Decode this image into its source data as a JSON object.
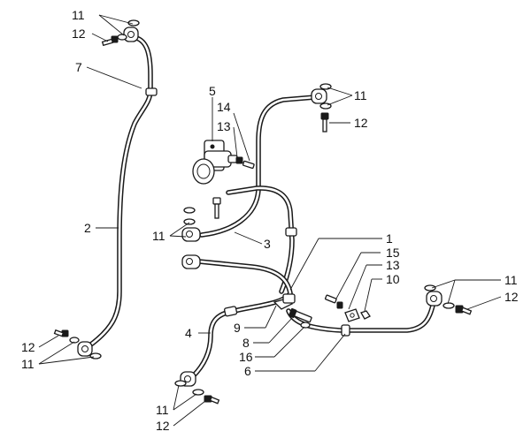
{
  "diagram": {
    "labels": {
      "l1": "1",
      "l2": "2",
      "l3": "3",
      "l4": "4",
      "l5": "5",
      "l6": "6",
      "l7": "7",
      "l8": "8",
      "l9": "9",
      "l10": "10",
      "l11_tl": "11",
      "l11_tr": "11",
      "l11_ml": "11",
      "l11_bl": "11",
      "l11_bm": "11",
      "l11_rr": "11",
      "l12_tl": "12",
      "l12_tr": "12",
      "l12_bl": "12",
      "l12_bm": "12",
      "l12_rr": "12",
      "l13_top": "13",
      "l13_mid": "13",
      "l14": "14",
      "l15": "15",
      "l16": "16"
    }
  }
}
